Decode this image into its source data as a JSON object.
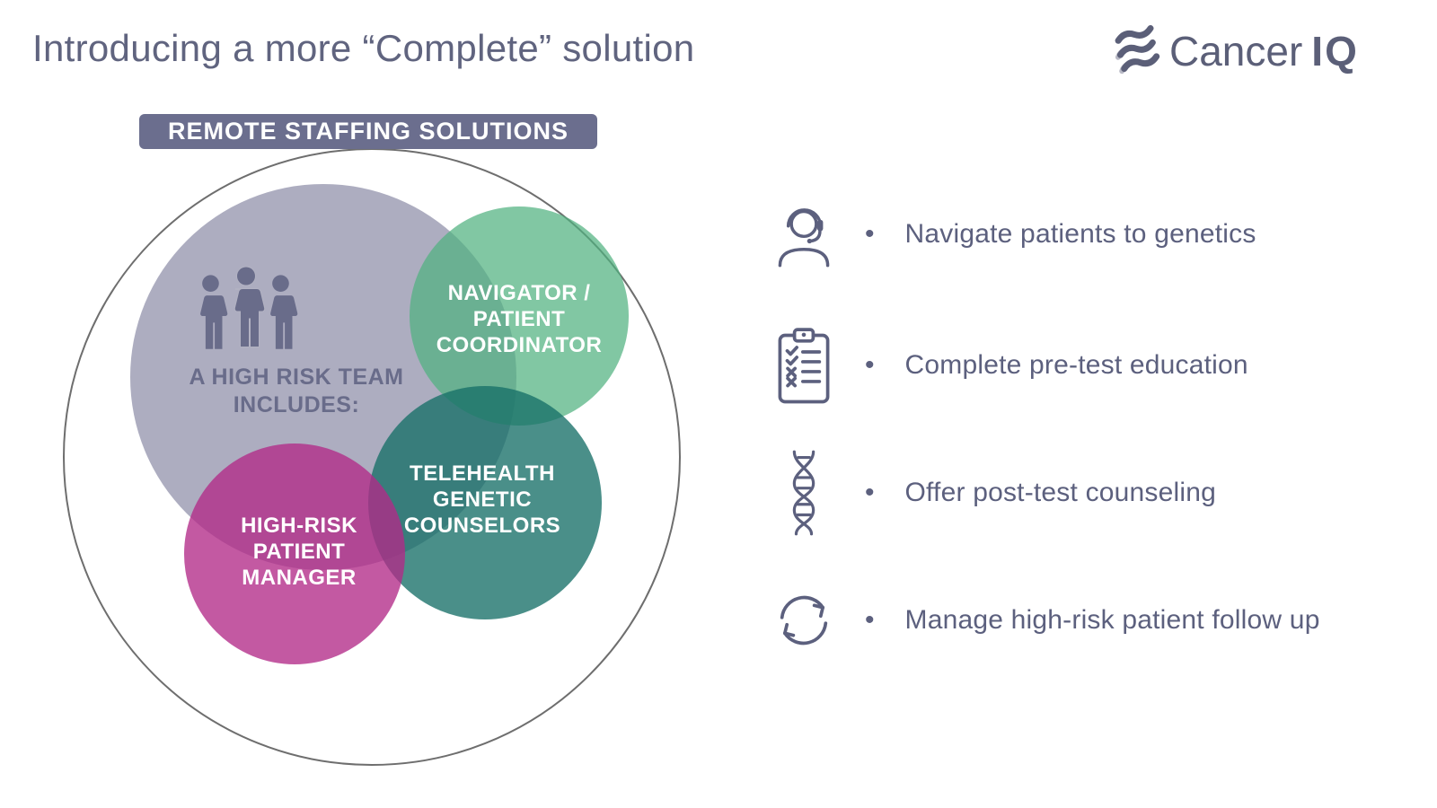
{
  "header": {
    "title": "Introducing a more “Complete” solution",
    "logo": {
      "brand": "Cancer",
      "brand_suffix": "IQ"
    }
  },
  "diagram": {
    "badge_label": "REMOTE STAFFING SOLUTIONS",
    "circles": {
      "team": {
        "lines": [
          "A HIGH RISK TEAM",
          "INCLUDES:"
        ],
        "color": "#b4b4c3"
      },
      "navigator": {
        "lines": [
          "NAVIGATOR /",
          "PATIENT",
          "COORDINATOR"
        ],
        "color": "#84c8a6"
      },
      "telehealth": {
        "lines": [
          "TELEHEALTH",
          "GENETIC",
          "COUNSELORS"
        ],
        "color": "#4f938d"
      },
      "manager": {
        "lines": [
          "HIGH-RISK",
          "PATIENT",
          "MANAGER"
        ],
        "color": "#c35aa2"
      }
    }
  },
  "bullets": {
    "marker": "•",
    "items": [
      {
        "icon": "headset-agent-icon",
        "text": "Navigate patients to genetics"
      },
      {
        "icon": "clipboard-checklist-icon",
        "text": "Complete pre-test education"
      },
      {
        "icon": "dna-helix-icon",
        "text": "Offer post-test counseling"
      },
      {
        "icon": "cycle-arrows-icon",
        "text": "Manage high-risk patient follow up"
      }
    ]
  },
  "colors": {
    "accent_text": "#5c607e",
    "badge_bg": "#6b6e8e",
    "ring_stroke": "#6e6e6e"
  }
}
